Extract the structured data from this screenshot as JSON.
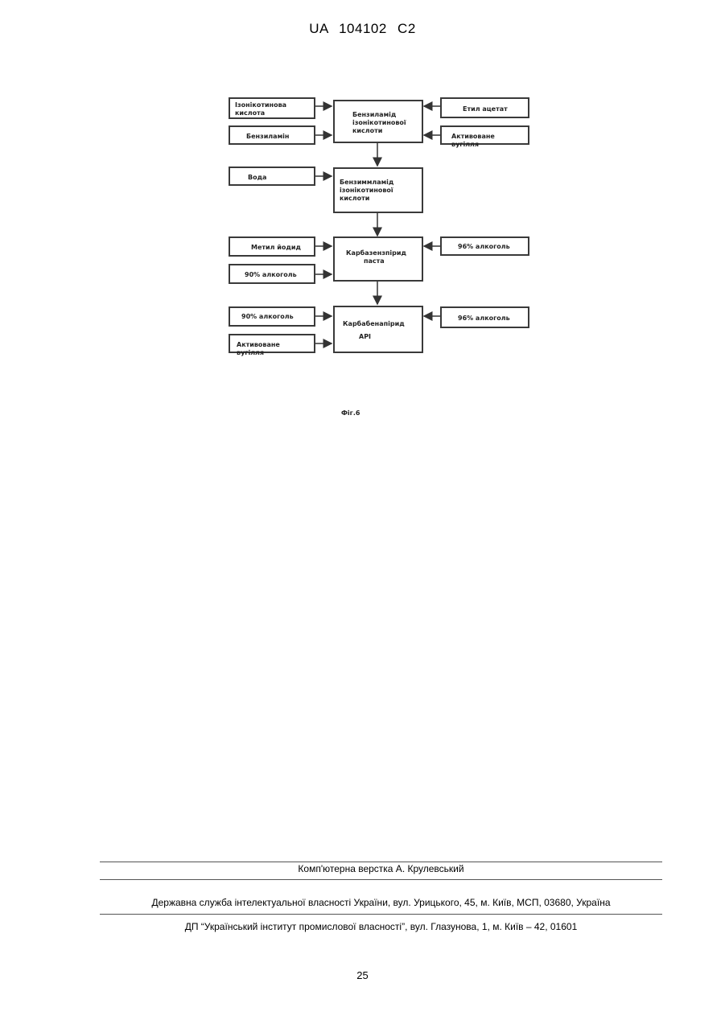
{
  "header": {
    "doc_number": "UA   104102   C2"
  },
  "figure": {
    "boxes": {
      "isonicotinic_acid": "Ізонікотинова кислота",
      "benzylamine": "Бензиламін",
      "benzylamide": "Бензиламід ізонікотинової кислоти",
      "ethyl_acetate": "Етил ацетат",
      "activated_carbon_1": "Активоване вугілля",
      "water": "Вода",
      "benzylamide_2": "Бензиммламід ізонікотинової кислоти",
      "methyl_iodide": "Метил йодид",
      "alcohol_90_1": "90% алкоголь",
      "carbazenpiride_paste_1": "Карбазензпірид",
      "carbazenpiride_paste_2": "паста",
      "alcohol_96_1": "96% алкоголь",
      "alcohol_90_2": "90% алкоголь",
      "activated_carbon_2": "Активоване вугілля",
      "carbabenapiride_api_1": "Карбабенапірид",
      "carbabenapiride_api_2": "API",
      "alcohol_96_2": "96% алкоголь"
    },
    "caption": "Фіг.6"
  },
  "footer": {
    "layout_credit": "Комп'ютерна верстка А. Крулевський",
    "agency": "Державна служба інтелектуальної власності України, вул. Урицького, 45, м. Київ, МСП, 03680, Україна",
    "institute": "ДП “Український інститут промислової власності”, вул. Глазунова, 1, м. Київ – 42, 01601"
  },
  "page_number": "25"
}
